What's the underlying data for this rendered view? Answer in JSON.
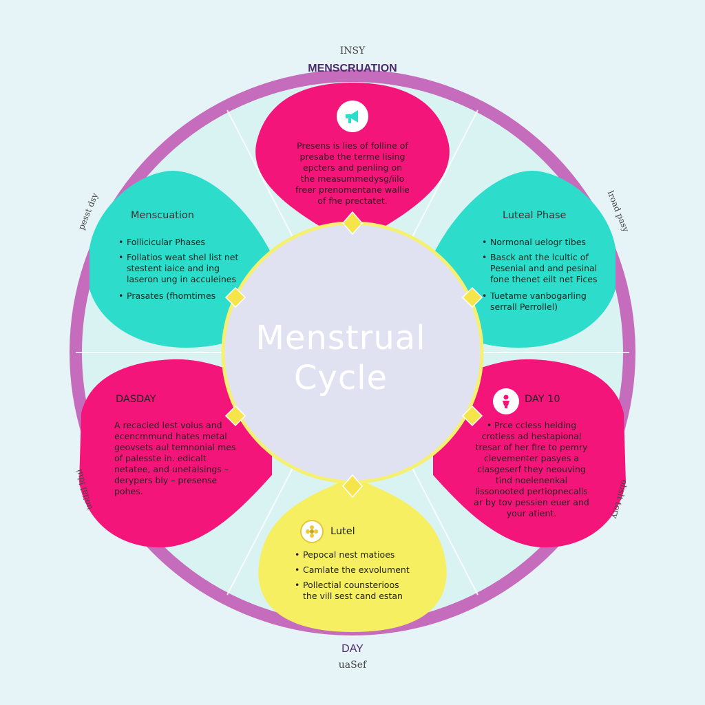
{
  "title": "Menstrual Cycle",
  "ring": {
    "top_label": "MENSCRUATION",
    "top_small": "INSY",
    "bottom_label": "DAY",
    "bottom_small": "uaSef",
    "upper_left_small": "pesst dsy",
    "upper_right_small": "lroad pasy",
    "lower_left_small": "uoiial ldui",
    "lower_right_small": "obslt tory"
  },
  "petals": {
    "top": {
      "icon": "megaphone-icon",
      "text": "Presens is lies of folline of presabe the terme lising epcters and penling on the measummedysg/iilo freer prenomentane wallie of fhe prectatet."
    },
    "left": {
      "title": "Menscuation",
      "items": [
        "Follicicular Phases",
        "Follatios weat shel list net stestent iaice and ing laseron ung in acculeines",
        "Prasates (fhomtimes"
      ]
    },
    "right": {
      "title": "Luteal Phase",
      "items": [
        "Normonal uelogr tibes",
        "Basck ant the lcultic of Pesenial and and pesinal fone thenet eilt net Fices",
        "Tuetame vanbogarling serrall Perrollel)"
      ]
    },
    "lower_left": {
      "title": "DASDAY",
      "text": "A recacied lest volus and ecencmmund hates metal geovsets aul temnonial mes of palesste in. edicalt netatee, and unetalsings – derypers bly – presense pohes."
    },
    "lower_right": {
      "title": "DAY 10",
      "icon": "female-figure-icon",
      "text": "• Prce ccless helding crotiess ad hestapional tresar of her fire to pemry clevementer pasyes a clasgeserf they neouving tind noelenenkal lissonooted pertiopnecalls ar by tov pessien euer and your atient."
    },
    "bottom": {
      "title": "Lutel",
      "icon": "flower-icon",
      "items": [
        "Pepocal nest matioes",
        "Camlate the exvolument",
        "Pollectial counsterioos the vill sest cand estan"
      ]
    }
  },
  "colors": {
    "background": "#e6f4f8",
    "ring": "#c56cbd",
    "pink": "#f4157a",
    "teal": "#2ddccb",
    "yellow": "#f7ef62",
    "center": "#e1e2f1",
    "center_outline": "#f5f070"
  }
}
